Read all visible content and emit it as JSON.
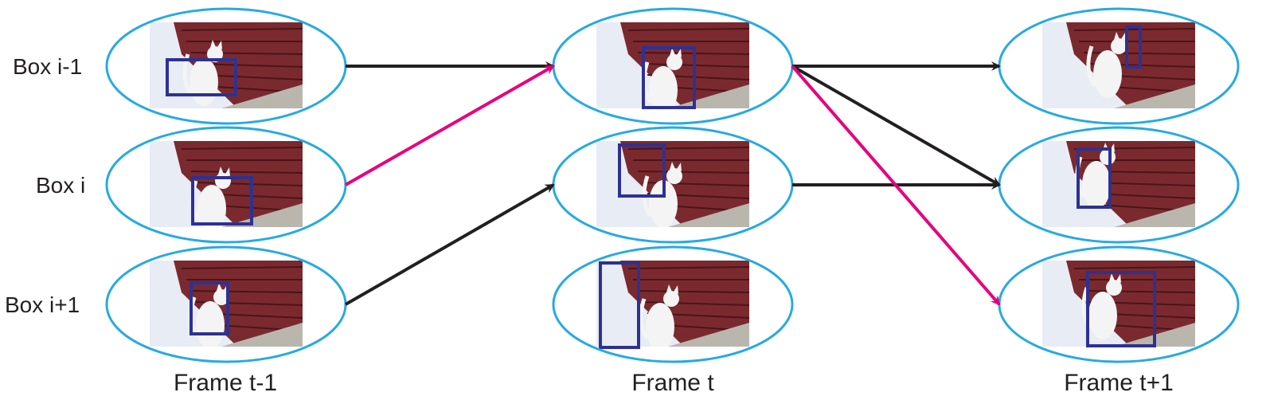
{
  "rows": [
    {
      "label": "Box i-1"
    },
    {
      "label": "Box i"
    },
    {
      "label": "Box i+1"
    }
  ],
  "frames": [
    {
      "label": "Frame t-1"
    },
    {
      "label": "Frame t"
    },
    {
      "label": "Frame t+1"
    }
  ],
  "colors": {
    "ellipse": "#27aae1",
    "box": "#2e3192",
    "arrow": "#231f20",
    "highlight_arrow": "#e6007e",
    "wall": "#7a2a2e",
    "wall_dark": "#4a1518",
    "cloth": "#e8ecf5",
    "cat": "#f4f4f4"
  },
  "links": [
    {
      "from_frame": 0,
      "from_row": 0,
      "to_frame": 1,
      "to_row": 0,
      "highlight": false
    },
    {
      "from_frame": 0,
      "from_row": 1,
      "to_frame": 1,
      "to_row": 0,
      "highlight": true
    },
    {
      "from_frame": 0,
      "from_row": 2,
      "to_frame": 1,
      "to_row": 1,
      "highlight": false
    },
    {
      "from_frame": 1,
      "from_row": 0,
      "to_frame": 2,
      "to_row": 0,
      "highlight": false
    },
    {
      "from_frame": 1,
      "from_row": 0,
      "to_frame": 2,
      "to_row": 1,
      "highlight": false
    },
    {
      "from_frame": 1,
      "from_row": 1,
      "to_frame": 2,
      "to_row": 1,
      "highlight": false
    },
    {
      "from_frame": 1,
      "from_row": 0,
      "to_frame": 2,
      "to_row": 2,
      "highlight": true
    }
  ]
}
